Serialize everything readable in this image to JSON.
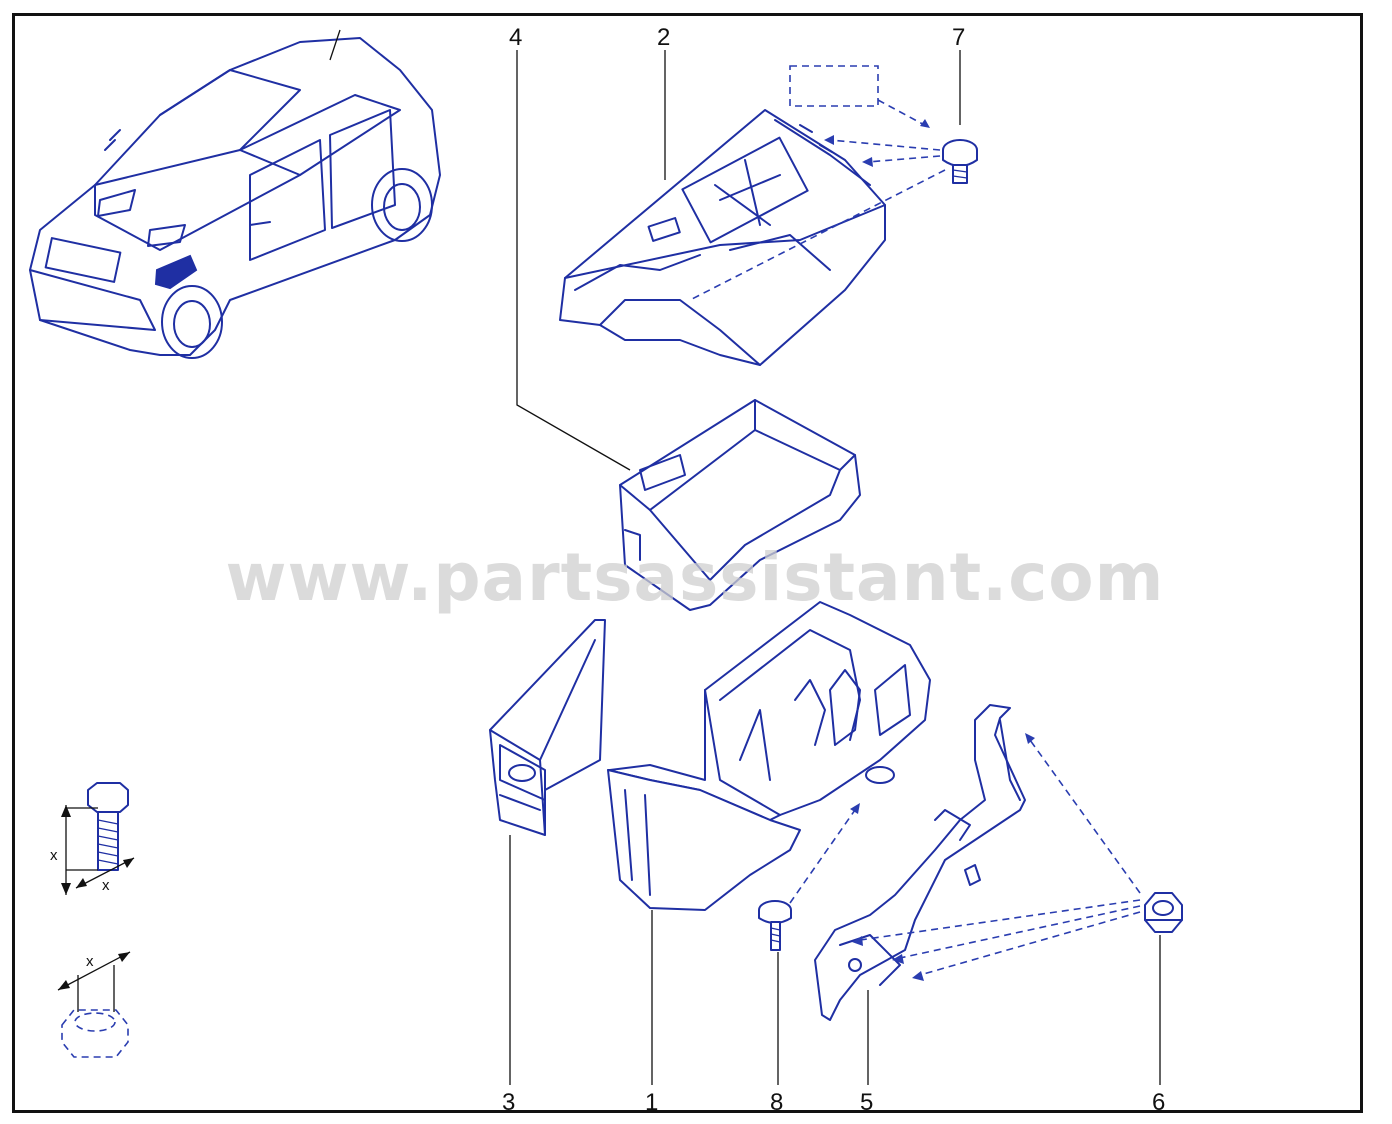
{
  "watermark": "www.partsassistant.com",
  "callouts": [
    {
      "id": "1",
      "label": "1"
    },
    {
      "id": "2",
      "label": "2"
    },
    {
      "id": "3",
      "label": "3"
    },
    {
      "id": "4",
      "label": "4"
    },
    {
      "id": "5",
      "label": "5"
    },
    {
      "id": "6",
      "label": "6"
    },
    {
      "id": "7",
      "label": "7"
    },
    {
      "id": "8",
      "label": "8"
    }
  ],
  "dimension_symbol": "x",
  "colors": {
    "line": "#1f2fa3",
    "callout": "#111111",
    "watermark": "#cfcfcf",
    "frame": "#111111"
  }
}
